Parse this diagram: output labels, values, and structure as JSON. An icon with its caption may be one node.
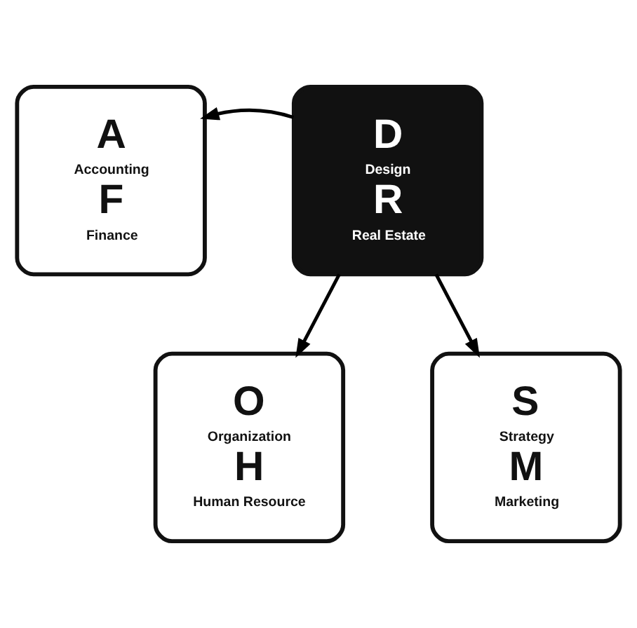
{
  "diagram": {
    "nodes": [
      {
        "text": [
          "A",
          "Accounting",
          "F",
          "Finance"
        ]
      },
      {
        "text": [
          "D",
          "Design",
          "R",
          "Real Estate"
        ]
      },
      {
        "text": [
          "O",
          "Organization",
          "H",
          "Human Resource"
        ]
      },
      {
        "text": [
          "S",
          "Strategy",
          "M",
          "Marketing"
        ]
      }
    ],
    "edges": [
      {
        "from": 1,
        "to": 0,
        "arrow": "to"
      },
      {
        "from": 1,
        "to": 2,
        "arrow": "to"
      },
      {
        "from": 1,
        "to": 3,
        "arrow": "to"
      }
    ]
  }
}
